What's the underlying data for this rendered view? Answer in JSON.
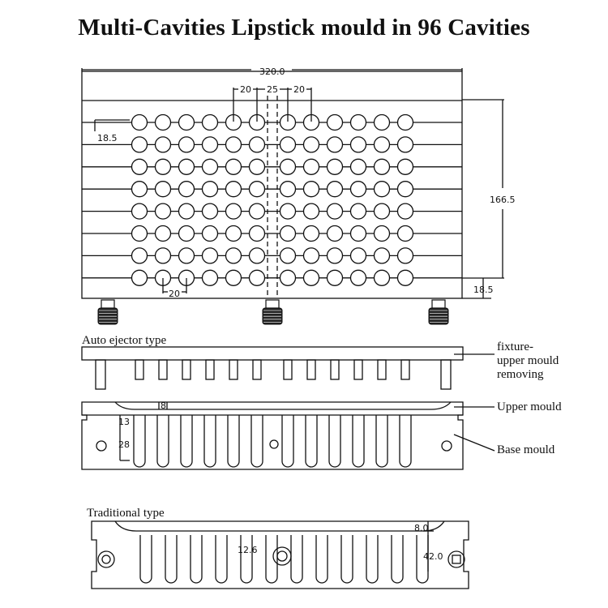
{
  "title": "Multi-Cavities Lipstick mould in 96 Cavities",
  "top_view": {
    "rows": 8,
    "columns": 12,
    "dims": {
      "width": "320.0",
      "pitch_left": "20",
      "pitch_center": "25",
      "pitch_right": "20",
      "row_pitch": "18.5",
      "height": "166.5",
      "bottom_margin": "18.5",
      "bottom_pitch": "20"
    }
  },
  "auto_ejector": {
    "heading": "Auto ejector type",
    "labels": {
      "fixture": [
        "fixture-",
        "upper mould",
        "removing"
      ],
      "upper_mould": "Upper mould",
      "base_mould": "Base mould"
    },
    "dims": {
      "d8": "8",
      "d13": "13",
      "d28": "28"
    }
  },
  "traditional": {
    "heading": "Traditional type",
    "dims": {
      "d8": "8.0",
      "d12": "12.6",
      "d42": "42.0"
    }
  },
  "colors": {
    "line": "#111111",
    "knob_dark": "#222222",
    "background": "#ffffff"
  }
}
